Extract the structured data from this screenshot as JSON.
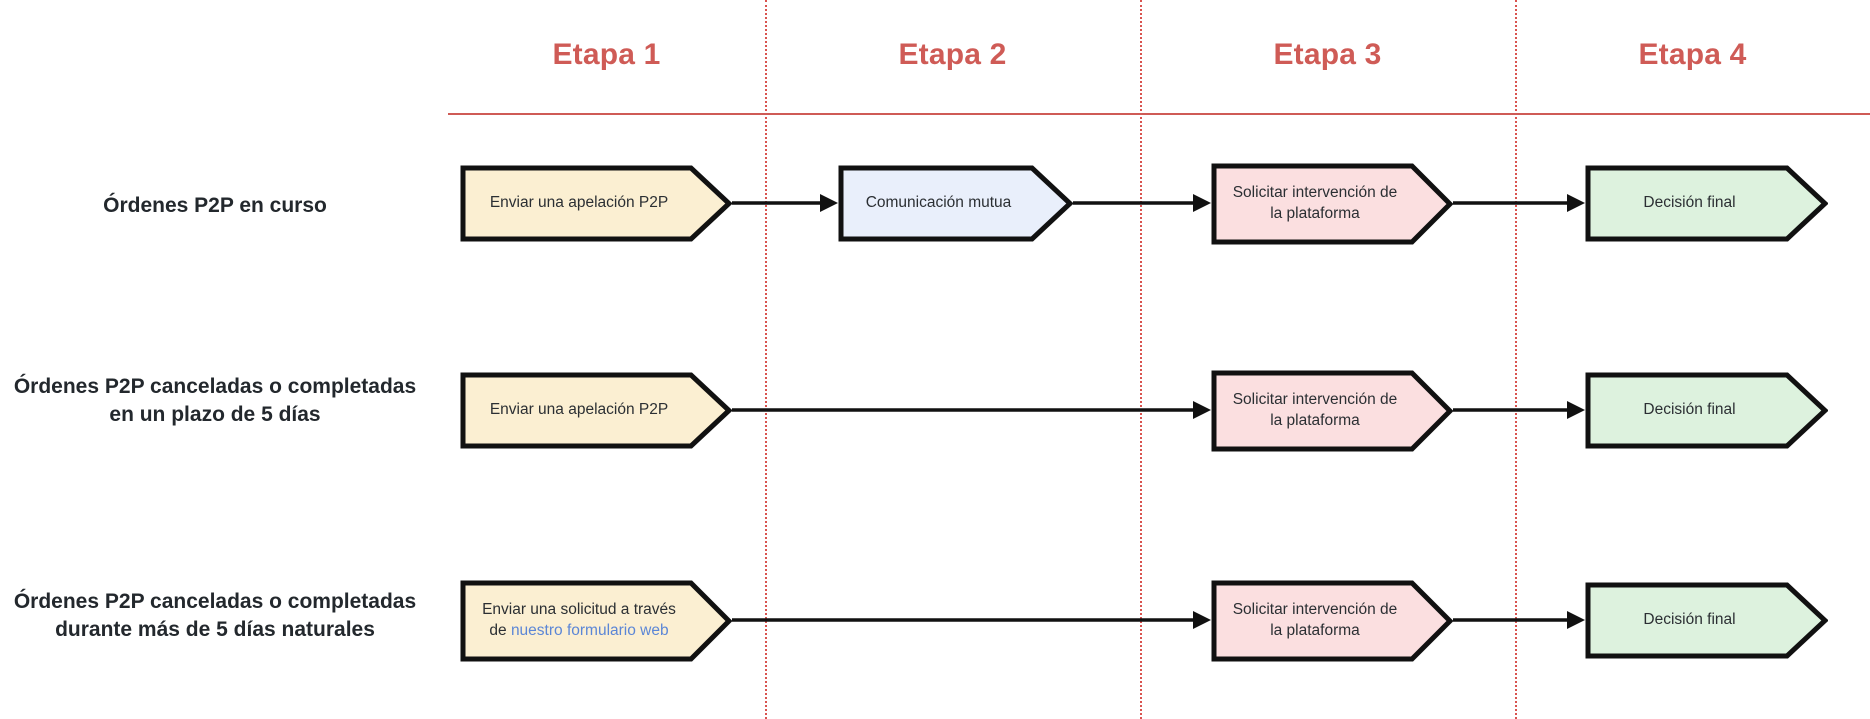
{
  "diagram": {
    "title_row_labels": [
      "Órdenes P2P en curso",
      "Órdenes P2P canceladas o completadas en un plazo de 5 días",
      "Órdenes P2P canceladas o completadas durante más de 5 días naturales"
    ],
    "stages": [
      {
        "label": "Etapa 1"
      },
      {
        "label": "Etapa 2"
      },
      {
        "label": "Etapa 3"
      },
      {
        "label": "Etapa 4"
      }
    ],
    "colors": {
      "stage_heading": "#cf5b56",
      "header_rule": "#cf5b56",
      "divider": "#d9534f",
      "box_yellow_fill": "#fbefd2",
      "box_blue_fill": "#e9effb",
      "box_pink_fill": "#fbdfe0",
      "box_green_fill": "#ddf2de",
      "box_stroke": "#111111",
      "link": "#5b86d6",
      "text": "#2b2f33"
    },
    "rows": [
      {
        "name": "row-ongoing",
        "label": "Órdenes P2P en curso",
        "label_lines": [
          "Órdenes P2P en curso"
        ],
        "boxes": [
          {
            "stage": 1,
            "text": "Enviar una apelación P2P",
            "lines": [
              "Enviar una apelación P2P"
            ],
            "color": "yellow"
          },
          {
            "stage": 2,
            "text": "Comunicación mutua",
            "lines": [
              "Comunicación mutua"
            ],
            "color": "blue"
          },
          {
            "stage": 3,
            "text": "Solicitar intervención de la plataforma",
            "lines": [
              "Solicitar intervención de",
              "la plataforma"
            ],
            "color": "pink"
          },
          {
            "stage": 4,
            "text": "Decisión final",
            "lines": [
              "Decisión final"
            ],
            "color": "green"
          }
        ]
      },
      {
        "name": "row-within-5-days",
        "label": "Órdenes P2P canceladas o completadas en un plazo de 5 días",
        "label_lines": [
          "Órdenes P2P canceladas o completadas",
          "en un plazo de 5 días"
        ],
        "boxes": [
          {
            "stage": 1,
            "text": "Enviar una apelación P2P",
            "lines": [
              "Enviar una apelación P2P"
            ],
            "color": "yellow"
          },
          {
            "stage": 3,
            "text": "Solicitar intervención de la plataforma",
            "lines": [
              "Solicitar intervención de",
              "la plataforma"
            ],
            "color": "pink"
          },
          {
            "stage": 4,
            "text": "Decisión final",
            "lines": [
              "Decisión final"
            ],
            "color": "green"
          }
        ]
      },
      {
        "name": "row-more-than-5-days",
        "label": "Órdenes P2P canceladas o completadas durante más de 5 días naturales",
        "label_lines": [
          "Órdenes P2P canceladas o completadas",
          "durante más de 5 días naturales"
        ],
        "boxes": [
          {
            "stage": 1,
            "text": "Enviar una solicitud a través de nuestro formulario web",
            "lines": [
              "Enviar una solicitud a través",
              "de "
            ],
            "link_text": "nuestro formulario web",
            "color": "yellow"
          },
          {
            "stage": 3,
            "text": "Solicitar intervención de la plataforma",
            "lines": [
              "Solicitar intervención de",
              "la plataforma"
            ],
            "color": "pink"
          },
          {
            "stage": 4,
            "text": "Decisión final",
            "lines": [
              "Decisión final"
            ],
            "color": "green"
          }
        ]
      }
    ]
  }
}
